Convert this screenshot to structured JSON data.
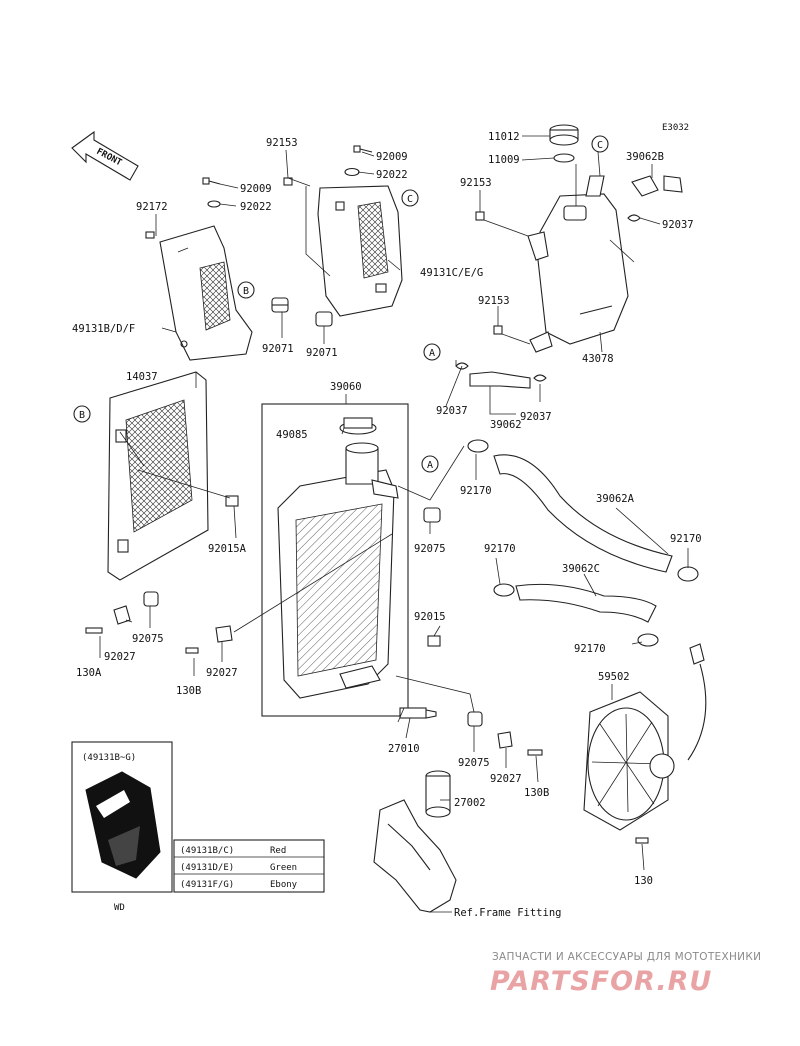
{
  "diagram_code": "E3032",
  "front_label": "FRONT",
  "parts": {
    "p11012": "11012",
    "p11009": "11009",
    "p39062B": "39062B",
    "p92153_tank": "92153",
    "p92037_top": "92037",
    "p92153_tank_low": "92153",
    "p43078": "43078",
    "p92153_shroud": "92153",
    "p92009_r": "92009",
    "p92022_r": "92022",
    "p49131CEG": "49131C/E/G",
    "p92172": "92172",
    "p92009_l": "92009",
    "p92022_l": "92022",
    "p49131BDF": "49131B/D/F",
    "p92071_l": "92071",
    "p92071_r": "92071",
    "p14037": "14037",
    "p92015A": "92015A",
    "p39060": "39060",
    "p49085": "49085",
    "p92037_l": "92037",
    "p39062": "39062",
    "p92037_r": "92037",
    "p92170_a": "92170",
    "p39062A": "39062A",
    "p92170_b": "92170",
    "p92075_top": "92075",
    "p92170_c": "92170",
    "p39062C": "39062C",
    "p92015": "92015",
    "p92170_d": "92170",
    "p59502": "59502",
    "p92075_l": "92075",
    "p92027_l": "92027",
    "p130A": "130A",
    "p130B_l": "130B",
    "p92027_m": "92027",
    "p27010": "27010",
    "p92075_b": "92075",
    "p92027_b": "92027",
    "p130B_r": "130B",
    "p27002": "27002",
    "p130": "130"
  },
  "callouts": {
    "a": "A",
    "b": "B",
    "c": "C"
  },
  "decal_box": {
    "header": "(49131B~G)",
    "caption": "WD"
  },
  "color_table": [
    {
      "code": "(49131B/C)",
      "color": "Red"
    },
    {
      "code": "(49131D/E)",
      "color": "Green"
    },
    {
      "code": "(49131F/G)",
      "color": "Ebony"
    }
  ],
  "ref_note": "Ref.Frame Fitting",
  "watermark": {
    "line": "ЗАПЧАСТИ И АКСЕССУАРЫ ДЛЯ МОТОТЕХНИКИ",
    "brand": "PARTSFOR.RU"
  }
}
